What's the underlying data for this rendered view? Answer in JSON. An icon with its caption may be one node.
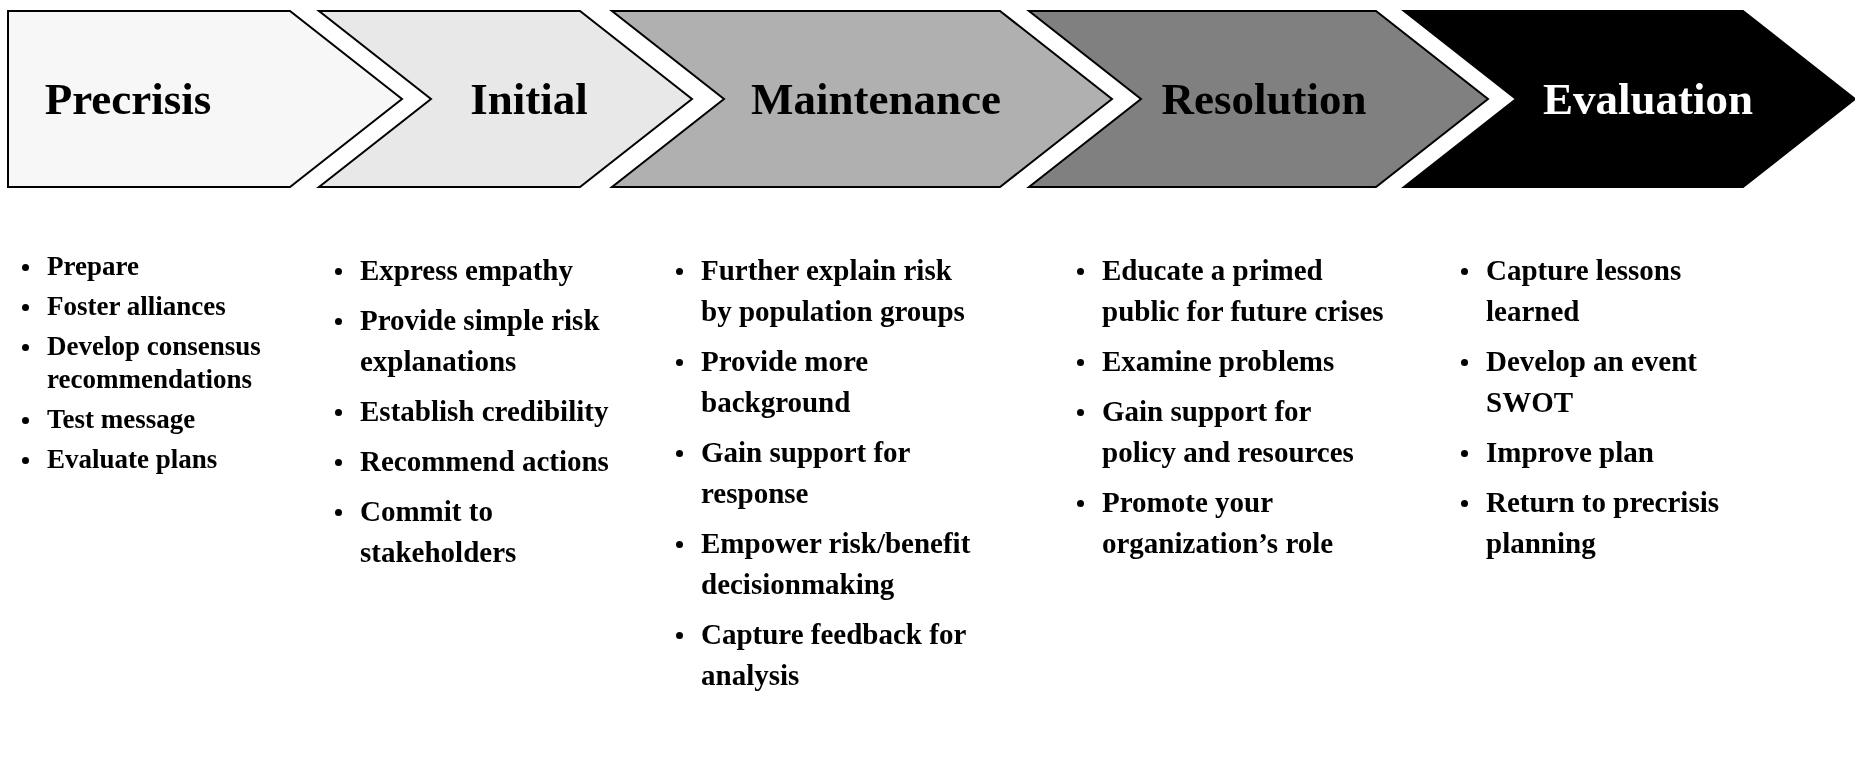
{
  "diagram": {
    "nodes": [
      {
        "text": [
          "Precrisis"
        ],
        "beside": [
          "Prepare",
          "Foster alliances",
          "Develop consensus recommendations",
          "Test message",
          "Evaluate plans"
        ]
      },
      {
        "text": [
          "Initial"
        ],
        "beside": [
          "Express empathy",
          "Provide simple risk explanations",
          "Establish credibility",
          "Recommend actions",
          "Commit to stakeholders"
        ]
      },
      {
        "text": [
          "Maintenance"
        ],
        "beside": [
          "Further explain risk by population groups",
          "Provide more background",
          "Gain support for response",
          "Empower risk/benefit decisionmaking",
          "Capture feedback for analysis"
        ]
      },
      {
        "text": [
          "Resolution"
        ],
        "beside": [
          "Educate a primed public for future crises",
          "Examine problems",
          "Gain support for policy and resources",
          "Promote your organization’s role"
        ]
      },
      {
        "text": [
          "Evaluation"
        ],
        "beside": [
          "Capture lessons learned",
          "Develop an event SWOT",
          "Improve plan",
          "Return to precrisis planning"
        ]
      }
    ],
    "edges": []
  }
}
